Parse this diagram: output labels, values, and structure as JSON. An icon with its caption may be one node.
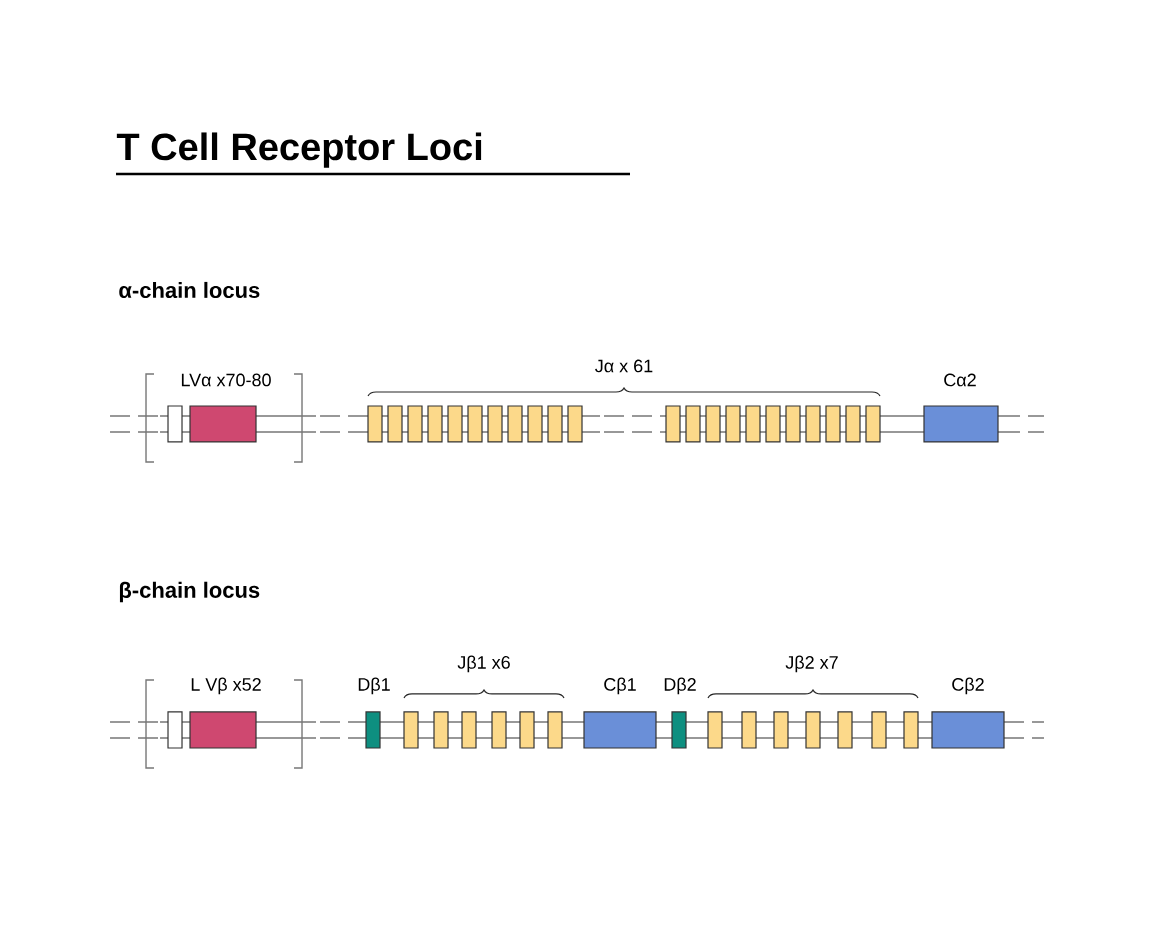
{
  "diagram": {
    "title": "T Cell Receptor Loci",
    "labels": [
      "α-chain locus",
      "LVα x70-80",
      "Jα x 61",
      "Cα2",
      "β-chain locus",
      "L Vβ x52",
      "Jβ1 x6",
      "Jβ2 x7",
      "Dβ1",
      "Cβ1",
      "Dβ2",
      "Cβ2"
    ]
  }
}
